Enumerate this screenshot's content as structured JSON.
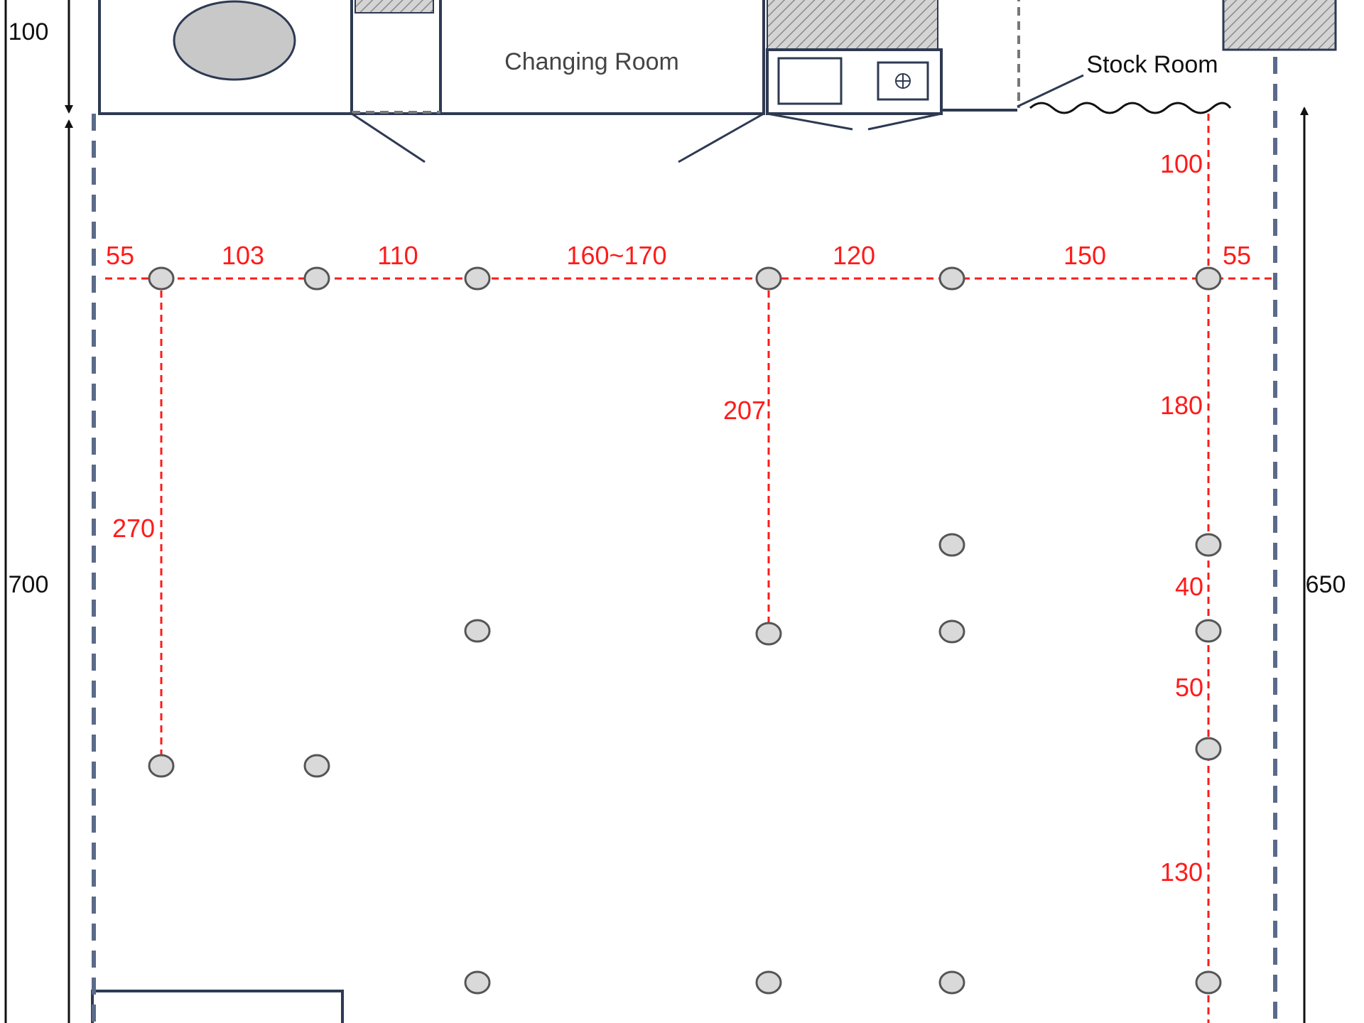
{
  "rooms": {
    "changing_room": "Changing Room",
    "stock_room": "Stock Room"
  },
  "outer_dims": {
    "top_left": "100",
    "left": "700",
    "right": "650"
  },
  "horizontal_spacing": {
    "d1": "55",
    "d2": "103",
    "d3": "110",
    "d4": "160~170",
    "d5": "120",
    "d6": "150",
    "d7": "55"
  },
  "vertical_spacing": {
    "left_column": "270",
    "middle_column": "207",
    "right_top": "100",
    "right_1": "180",
    "right_2": "40",
    "right_3": "50",
    "right_4": "130"
  },
  "colors": {
    "wall": "#2e3a52",
    "dimension_red": "#ff1a1a",
    "fill_gray": "#c8c8c8",
    "hatch": "#888888"
  }
}
